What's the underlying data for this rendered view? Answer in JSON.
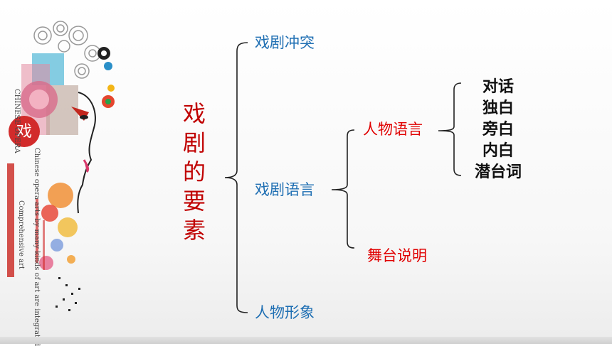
{
  "title_chars": [
    "戏",
    "剧",
    "的",
    "要",
    "素"
  ],
  "level1": {
    "conflict": "戏剧冲突",
    "language": "戏剧语言",
    "character": "人物形象"
  },
  "level2": {
    "character_language": "人物语言",
    "stage_directions": "舞台说明"
  },
  "level3": [
    "对话",
    "独白",
    "旁白",
    "内白",
    "潜台词"
  ],
  "decor_text": {
    "badge": "戏",
    "vertical_1": "Chinese opera arts by many kinds of art are integrated",
    "vertical_2": "Comprehensive art",
    "vertical_3": "CHINESE OPERA"
  },
  "colors": {
    "title": "#c00000",
    "level1": "#1f6fb3",
    "level2": "#e00000",
    "level3": "#111111",
    "bracket": "#222222"
  }
}
